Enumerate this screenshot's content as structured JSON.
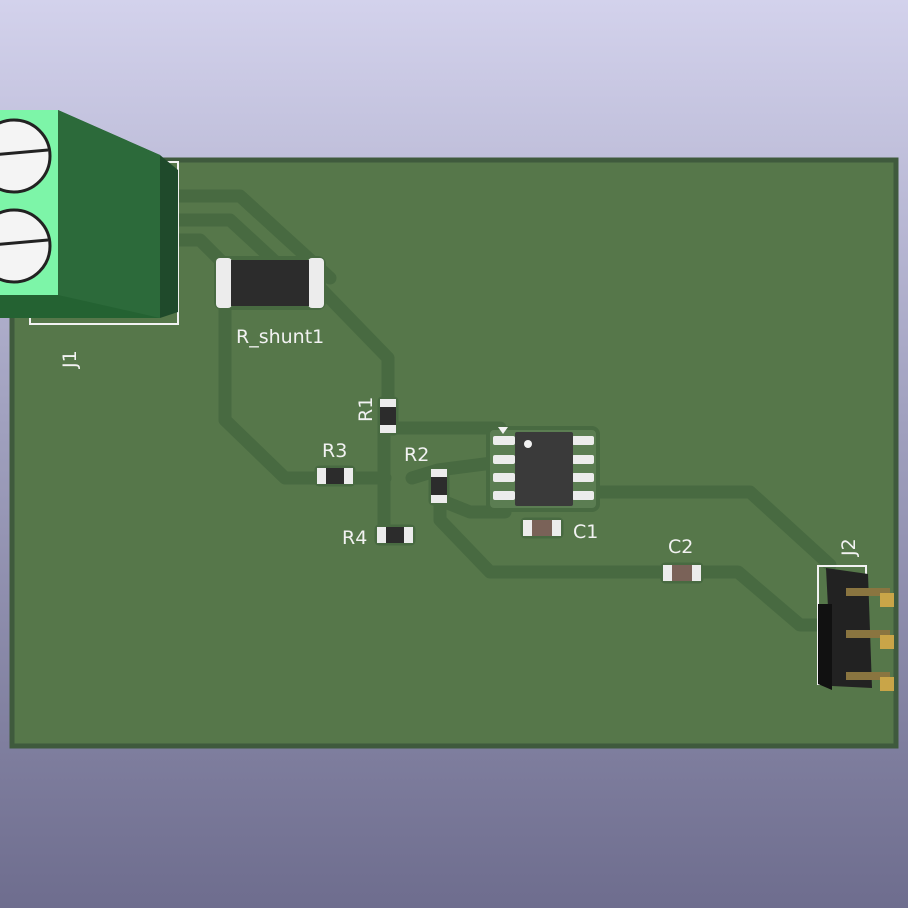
{
  "board": {
    "colors": {
      "board": "#56774a",
      "board_edge": "#3f5a3d",
      "trace": "#486a41",
      "silk": "#f2f2f2",
      "terminal_block": "#2d6a3c",
      "terminal_face": "#7df5a8",
      "header": "#222222",
      "pin": "#c9a548"
    },
    "components": [
      {
        "ref": "J1",
        "type": "screw-terminal",
        "icon": "terminal-block-icon"
      },
      {
        "ref": "R_shunt1",
        "type": "shunt-resistor",
        "icon": "resistor-icon"
      },
      {
        "ref": "R1",
        "type": "resistor",
        "icon": "resistor-icon"
      },
      {
        "ref": "R2",
        "type": "resistor",
        "icon": "resistor-icon"
      },
      {
        "ref": "R3",
        "type": "resistor",
        "icon": "resistor-icon"
      },
      {
        "ref": "R4",
        "type": "resistor",
        "icon": "resistor-icon"
      },
      {
        "ref": "C1",
        "type": "capacitor",
        "icon": "capacitor-icon"
      },
      {
        "ref": "C2",
        "type": "capacitor",
        "icon": "capacitor-icon"
      },
      {
        "ref": "J2",
        "type": "pin-header",
        "icon": "pin-header-icon"
      }
    ]
  }
}
